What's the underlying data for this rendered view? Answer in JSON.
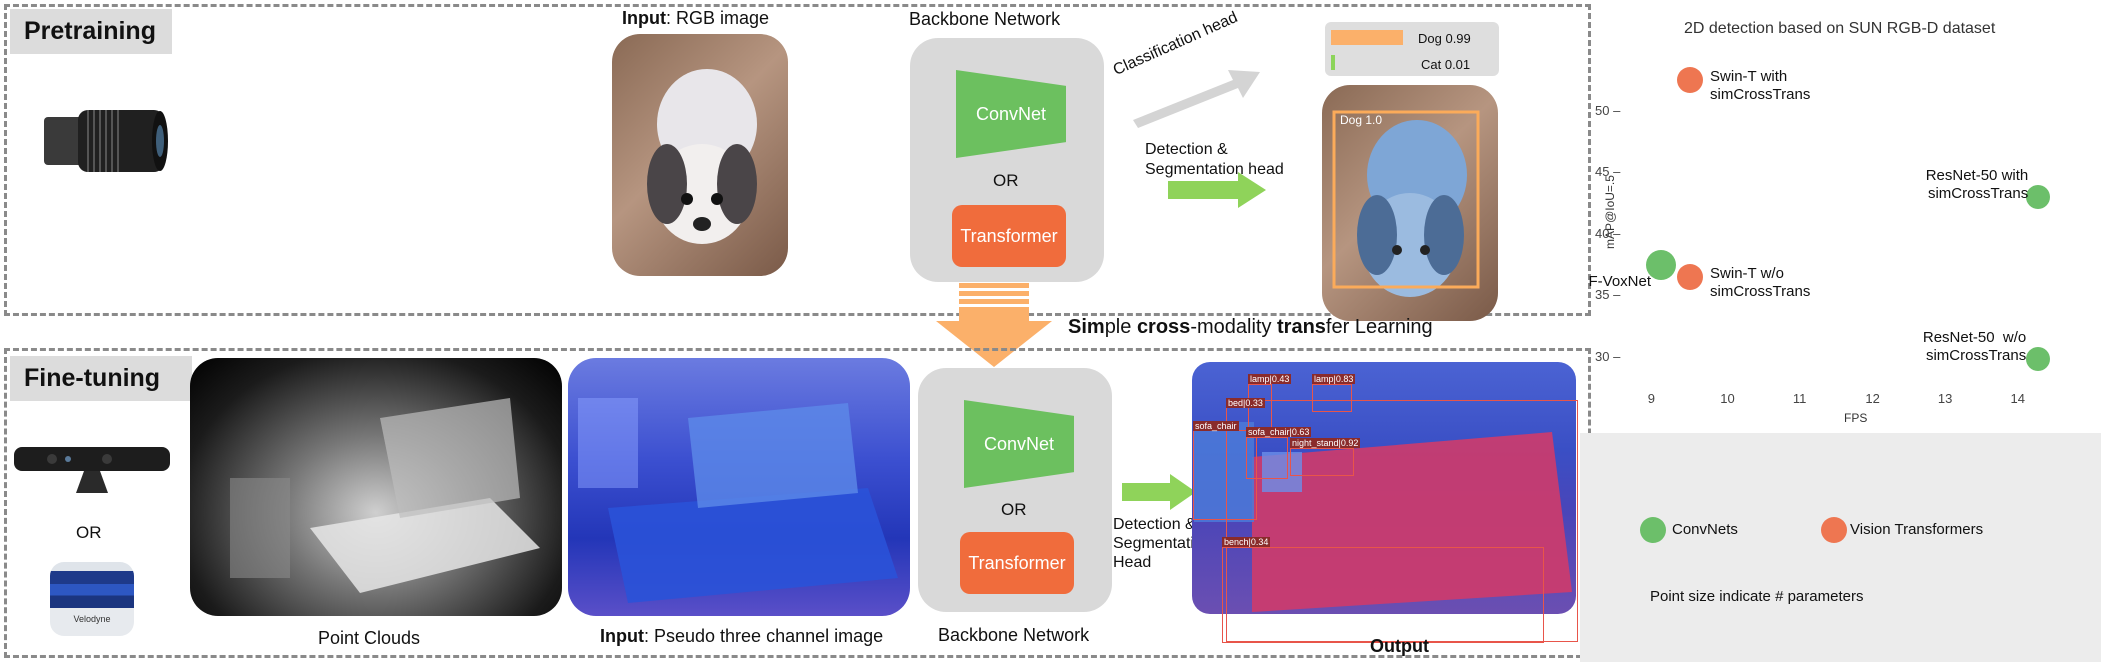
{
  "pretraining": {
    "label": "Pretraining",
    "input_bold": "Input",
    "input_rest": ": RGB image",
    "backbone_title": "Backbone Network",
    "convnet": "ConvNet",
    "or": "OR",
    "transformer": "Transformer",
    "classification_head": "Classification head",
    "detection_head": "Detection &\nSegmentation head",
    "bars": [
      {
        "label": "Dog 0.99",
        "value": 0.99,
        "color": "#fbb06a"
      },
      {
        "label": "Cat 0.01",
        "value": 0.01,
        "color": "#8cd45a"
      }
    ],
    "det_label": "Dog 1.0"
  },
  "title": {
    "p1": "Sim",
    "p2": "ple ",
    "p3": "cross",
    "p4": "-modality ",
    "p5": "trans",
    "p6": "fer Learning"
  },
  "finetuning": {
    "label": "Fine-tuning",
    "or": "OR",
    "sensor_brand": "Velodyne",
    "point_clouds": "Point Clouds",
    "input_bold": "Input",
    "input_rest": ": Pseudo three channel image",
    "convnet": "ConvNet",
    "or2": "OR",
    "transformer": "Transformer",
    "backbone_title": "Backbone Network",
    "detection_head": "Detection &\nSegmentation\nHead",
    "output": "Output",
    "detections": [
      "lamp|0.43",
      "lamp|0.83",
      "bed|0.33",
      "sofa_chair",
      "sofa_chair|0.63",
      "night_stand|0.92",
      "bench|0.34"
    ]
  },
  "chart_data": {
    "type": "scatter",
    "title": "2D detection based on SUN RGB-D dataset",
    "xlabel": "FPS",
    "ylabel": "mAP@IoU=.5",
    "xlim": [
      8.7,
      14.6
    ],
    "ylim": [
      28.5,
      54
    ],
    "xticks": [
      9,
      10,
      11,
      12,
      13,
      14
    ],
    "yticks": [
      30,
      35,
      40,
      45,
      50
    ],
    "points": [
      {
        "label": "Swin-T with\nsimCrossTrans",
        "x": 9.5,
        "y": 52.5,
        "family": "Vision Transformers",
        "size": 26
      },
      {
        "label": "ResNet-50 with\nsimCrossTrans",
        "x": 14.3,
        "y": 43.0,
        "family": "ConvNets",
        "size": 24
      },
      {
        "label": "F-VoxNet",
        "x": 9.1,
        "y": 37.5,
        "family": "ConvNets",
        "size": 30
      },
      {
        "label": "Swin-T w/o\nsimCrossTrans",
        "x": 9.5,
        "y": 36.5,
        "family": "Vision Transformers",
        "size": 26
      },
      {
        "label": "ResNet-50  w/o\nsimCrossTrans",
        "x": 14.3,
        "y": 29.8,
        "family": "ConvNets",
        "size": 24
      }
    ],
    "legend": [
      {
        "name": "ConvNets",
        "color": "#6cbf6a"
      },
      {
        "name": "Vision Transformers",
        "color": "#ee7651"
      }
    ],
    "legend_note": "Point size indicate # parameters",
    "legend_position": "bottom",
    "grid": false
  }
}
